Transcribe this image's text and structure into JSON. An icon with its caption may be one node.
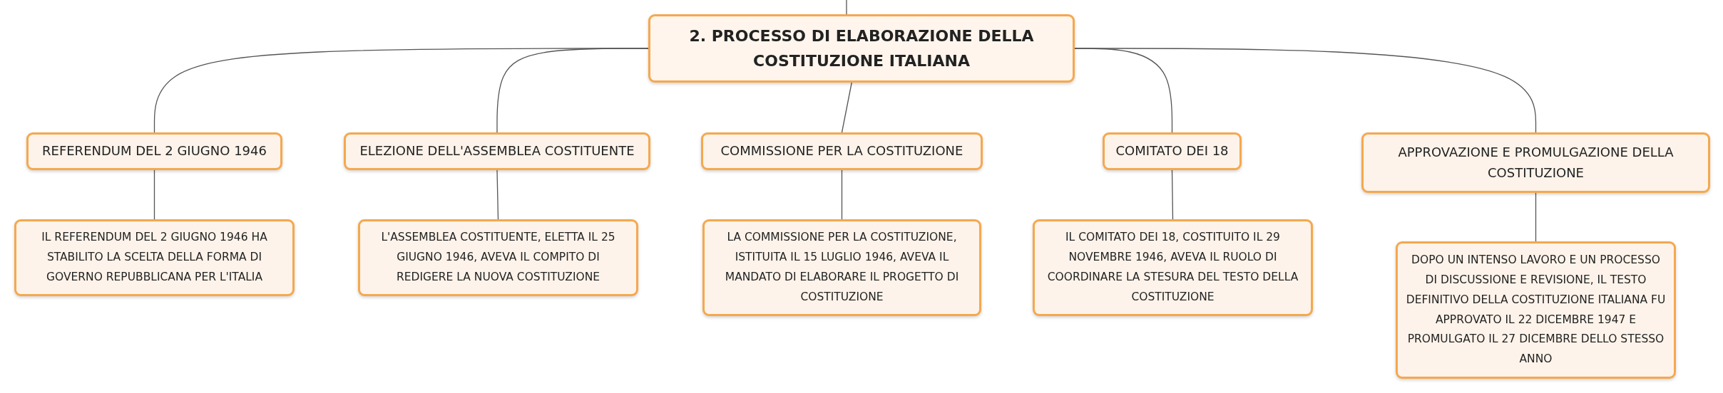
{
  "diagram": {
    "nodes": [
      {
        "text": [
          "2. PROCESSO DI ELABORAZIONE DELLA COSTITUZIONE ITALIANA"
        ]
      },
      {
        "text": [
          "REFERENDUM DEL 2 GIUGNO 1946"
        ]
      },
      {
        "text": [
          "ELEZIONE DELL'ASSEMBLEA COSTITUENTE"
        ]
      },
      {
        "text": [
          "COMMISSIONE PER LA COSTITUZIONE"
        ]
      },
      {
        "text": [
          "COMITATO DEI 18"
        ]
      },
      {
        "text": [
          "APPROVAZIONE E PROMULGAZIONE DELLA COSTITUZIONE"
        ]
      },
      {
        "text": [
          "IL REFERENDUM DEL 2 GIUGNO 1946 HA STABILITO LA SCELTA DELLA FORMA DI GOVERNO REPUBBLICANA PER L'ITALIA"
        ]
      },
      {
        "text": [
          "L'ASSEMBLEA COSTITUENTE, ELETTA IL 25 GIUGNO 1946, AVEVA IL COMPITO DI REDIGERE LA NUOVA COSTITUZIONE"
        ]
      },
      {
        "text": [
          "LA COMMISSIONE PER LA COSTITUZIONE, ISTITUITA IL 15 LUGLIO 1946, AVEVA IL MANDATO DI ELABORARE IL PROGETTO DI COSTITUZIONE"
        ]
      },
      {
        "text": [
          "IL COMITATO DEI 18, COSTITUITO IL 29 NOVEMBRE 1946, AVEVA IL RUOLO DI COORDINARE LA STESURA DEL TESTO DELLA COSTITUZIONE"
        ]
      },
      {
        "text": [
          "DOPO UN INTENSO LAVORO E UN PROCESSO DI DISCUSSIONE E REVISIONE, IL TESTO DEFINITIVO DELLA COSTITUZIONE ITALIANA FU APPROVATO IL 22 DICEMBRE 1947 E PROMULGATO IL 27 DICEMBRE DELLO STESSO ANNO"
        ]
      }
    ],
    "edges": [
      {
        "from": null,
        "to": 0,
        "arrow": "none"
      },
      {
        "from": 0,
        "to": 1,
        "arrow": "none"
      },
      {
        "from": 0,
        "to": 2,
        "arrow": "none"
      },
      {
        "from": 0,
        "to": 3,
        "arrow": "none"
      },
      {
        "from": 0,
        "to": 4,
        "arrow": "none"
      },
      {
        "from": 0,
        "to": 5,
        "arrow": "none"
      },
      {
        "from": 1,
        "to": 6,
        "arrow": "none"
      },
      {
        "from": 2,
        "to": 7,
        "arrow": "none"
      },
      {
        "from": 3,
        "to": 8,
        "arrow": "none"
      },
      {
        "from": 4,
        "to": 9,
        "arrow": "none"
      },
      {
        "from": 5,
        "to": 10,
        "arrow": "none"
      }
    ]
  }
}
